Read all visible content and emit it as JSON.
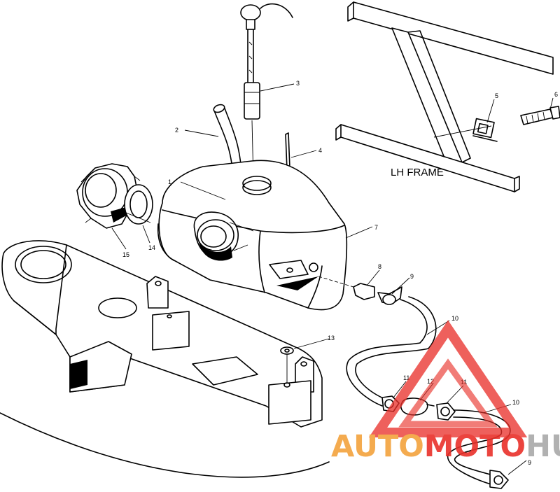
{
  "frame_label": "LH FRAME",
  "callouts": [
    "1",
    "2",
    "3",
    "4",
    "5",
    "6",
    "7",
    "8",
    "9",
    "10",
    "11",
    "12",
    "11",
    "13",
    "14",
    "15",
    "10",
    "9"
  ],
  "watermark": {
    "part1": "AUTO",
    "part2": "MOTO",
    "part3": "HUB",
    "color_orange": "#f3a23c",
    "color_red": "#e9302a",
    "color_grey": "#a9a9a9"
  }
}
